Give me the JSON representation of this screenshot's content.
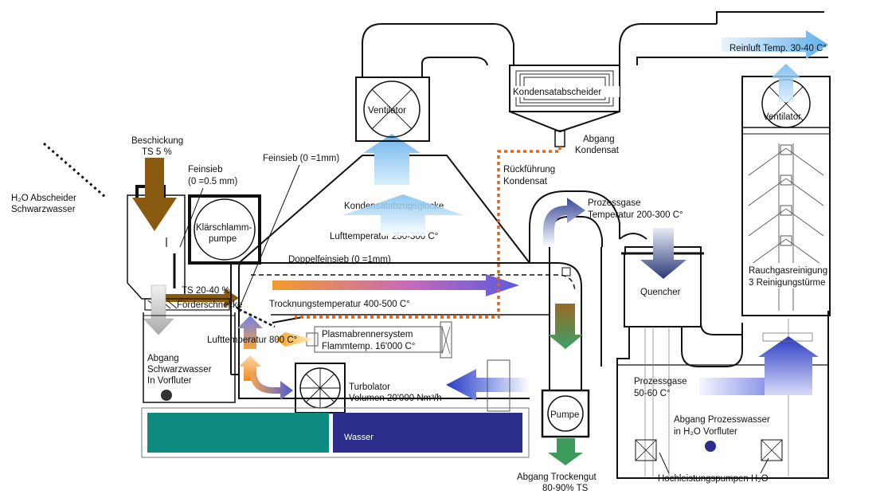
{
  "labels": {
    "h2o_abscheider": "H₂O Abscheider",
    "schwarzwasser": "Schwarzwasser",
    "beschickung": "Beschickung",
    "ts5": "TS 5 %",
    "feinsieb05_a": "Feinsieb",
    "feinsieb05_b": "(0 =0.5 mm)",
    "klaerschlamm_a": "Klärschlamm-",
    "klaerschlamm_b": "pumpe",
    "feinsieb1": "Feinsieb (0 =1mm)",
    "ventilator_left": "Ventilator",
    "kondensatabscheider": "Kondensatabscheider",
    "abgang_kondensat_a": "Abgang",
    "abgang_kondensat_b": "Kondensat",
    "rueckfuehrung_a": "Rückführung",
    "rueckfuehrung_b": "Kondensat",
    "reinluft": "Reinluft Temp. 30-40 C°",
    "ventilator_right": "Ventilator",
    "kondensatabzugsglocke": "Kondensatabzugsglocke",
    "lufttemp_250": "Lufttemperatur 250-300 C°",
    "prozessgase_a": "Prozessgase",
    "prozessgase_b": "Temperatur 200-300 C°",
    "doppelfeinsieb": "Doppelfeinsieb (0 =1mm)",
    "ts2040": "TS 20-40 %",
    "foerderschnecke": "Förderschnecke",
    "trocknungstemp": "Trocknungstemperatur 400-500 C°",
    "quencher": "Quencher",
    "rauchgas_a": "Rauchgasreinigung",
    "rauchgas_b": "3 Reinigungstürme",
    "plasma_a": "Plasmabrennersystem",
    "plasma_b": "Flammtemp. 16'000 C°",
    "lufttemp_800": "Lufttemperatur 800 C°",
    "abgang_sw_a": "Abgang",
    "abgang_sw_b": "Schwarzwasser",
    "abgang_sw_c": "In Vorfluter",
    "turbolator_a": "Turbolator",
    "turbolator_b": "Volumen 20'000 Nm³/h",
    "prozessgase5060_a": "Prozessgase",
    "prozessgase5060_b": "50-60 C°",
    "abgang_pw_a": "Abgang Prozesswasser",
    "abgang_pw_b": "in H₂O Vorfluter",
    "wasser": "Wasser",
    "pumpe": "Pumpe",
    "abgang_trocken_a": "Abgang Trockengut",
    "abgang_trocken_b": "80-90% TS",
    "hochleistungspumpen": "Hochleistungspumpen H₂O"
  },
  "colors": {
    "feed_brown": "#8a5a10",
    "teal_tank": "#0f8a80",
    "navy_tank": "#2c2d8a",
    "condensate_dotted": "#e0641a",
    "green_output": "#3c9a5a",
    "air_blue": "#7fc2ee",
    "cold_blue": "#3350cc",
    "hot_orange": "#f3a23a"
  }
}
